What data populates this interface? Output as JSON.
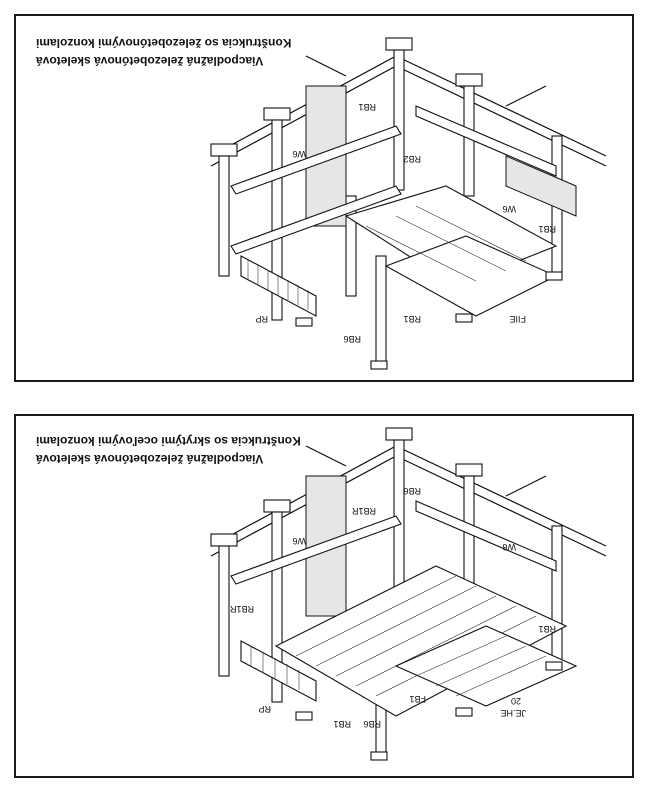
{
  "panels": [
    {
      "title_line1": "Konštrukcia so železobetónovými konzolami",
      "title_line2": "Viacpodlažná železobetónová skeletová",
      "labels": [
        "RB1",
        "RB2",
        "W6",
        "W6",
        "RB1",
        "RB1",
        "RB6",
        "RP",
        "FIIE"
      ]
    },
    {
      "title_line1": "Konštrukcia so skrytými oceľovými konzolami",
      "title_line2": "Viacpodlažná železobetónová skeletová",
      "labels": [
        "RB6",
        "RB1R",
        "W6",
        "W6",
        "RB1R",
        "RB1",
        "RB6",
        "RB1",
        "FB1",
        "RP",
        "20",
        "JE.HE"
      ]
    }
  ]
}
